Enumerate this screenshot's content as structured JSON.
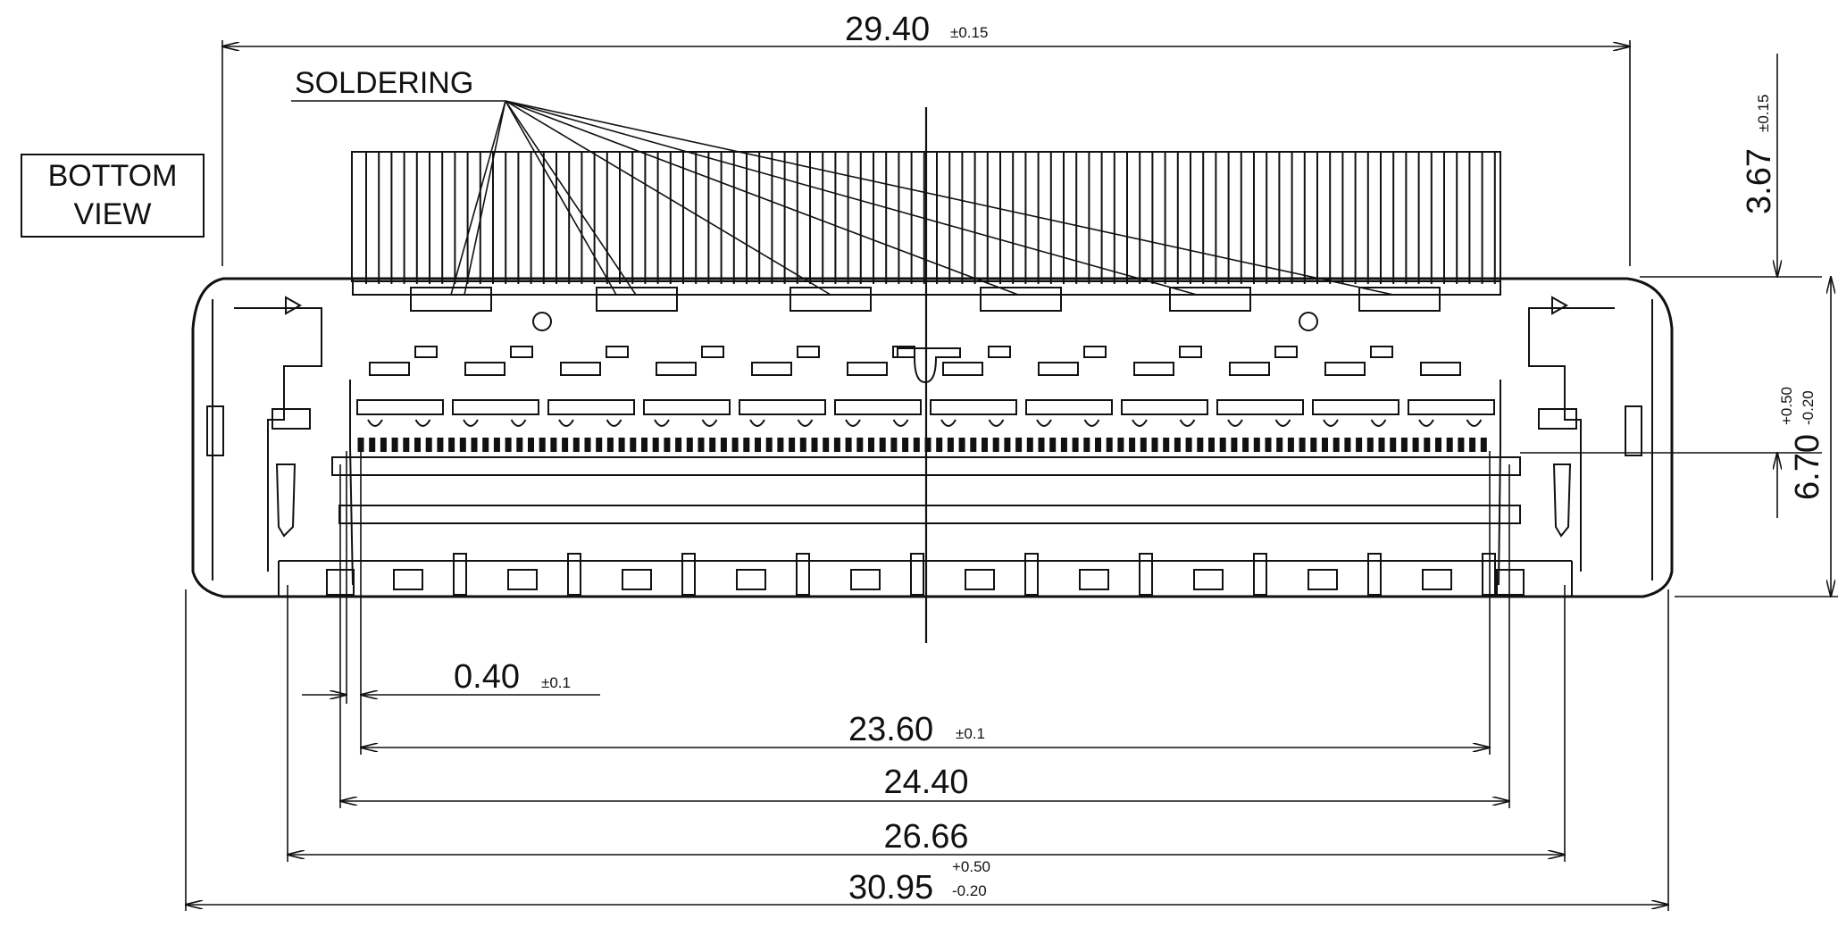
{
  "view_label": {
    "line1": "BOTTOM",
    "line2": "VIEW"
  },
  "callout": {
    "soldering": "SOLDERING"
  },
  "dimensions": {
    "top_width": {
      "value": "29.40",
      "tol": "±0.15"
    },
    "pitch": {
      "value": "0.40",
      "tol": "±0.1"
    },
    "pin_span": {
      "value": "23.60",
      "tol": "±0.1"
    },
    "inner_width": {
      "value": "24.40"
    },
    "mid_width": {
      "value": "26.66"
    },
    "overall_width": {
      "value": "30.95",
      "tol_plus": "+0.50",
      "tol_minus": "-0.20"
    },
    "tail_height": {
      "value": "3.67",
      "tol": "±0.15"
    },
    "body_height": {
      "value": "6.70",
      "tol_plus": "+0.50",
      "tol_minus": "-0.20"
    }
  },
  "colors": {
    "ink": "#111111",
    "background": "#ffffff"
  }
}
